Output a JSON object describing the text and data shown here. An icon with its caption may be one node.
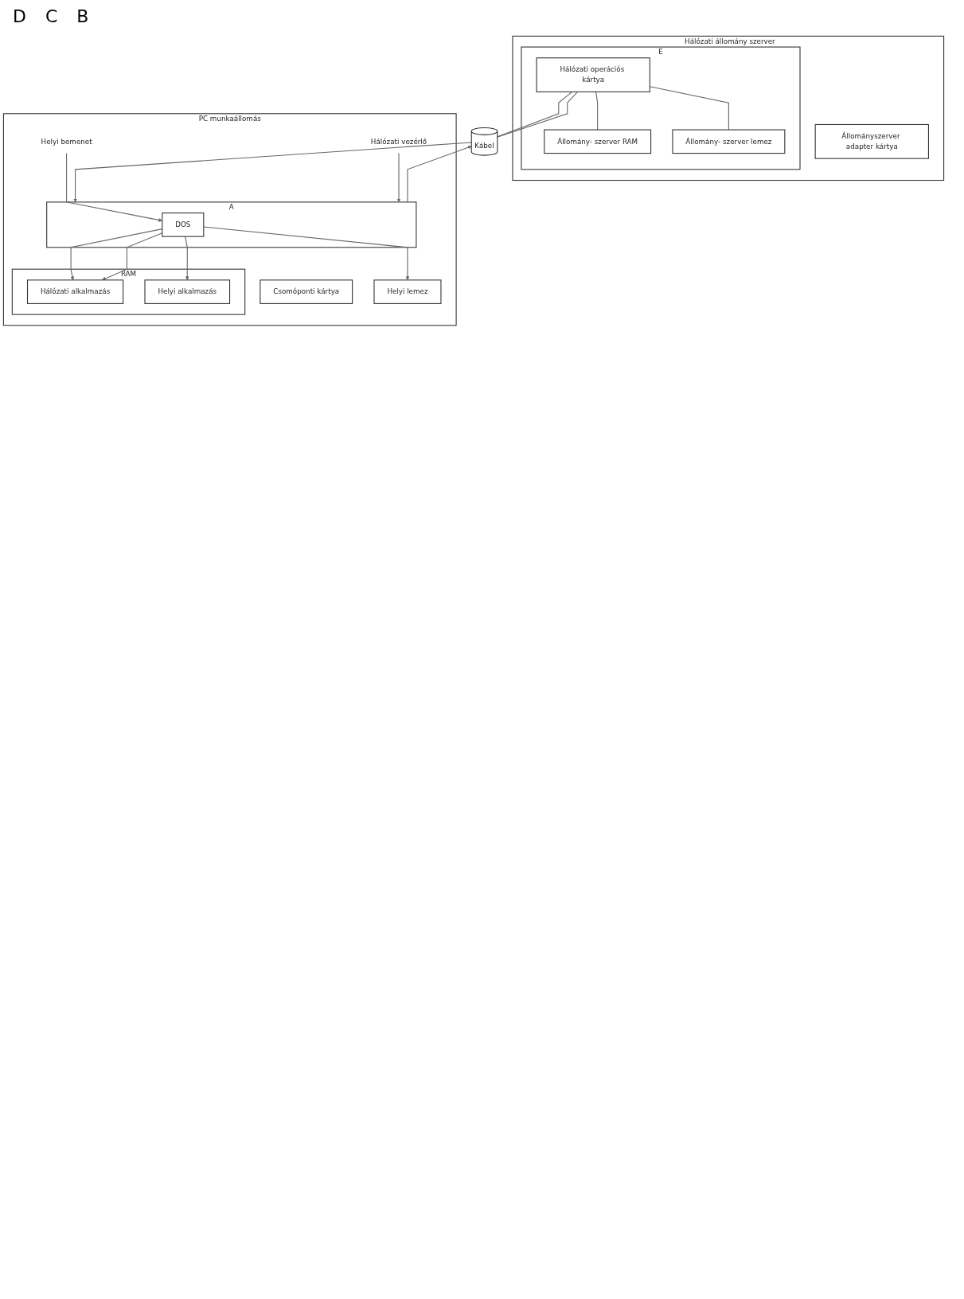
{
  "diagram": {
    "nodes": [
      {
        "text": [
          "Hálózati állomány szerver"
        ]
      },
      {
        "text": [
          "Állományszerver adapter kártya"
        ],
        "in": 0
      },
      {
        "text": [
          "E"
        ],
        "in": 0
      },
      {
        "text": [
          "Hálózati operációs kártya"
        ],
        "in": 2
      },
      {
        "text": [
          "Állomány- szerver RAM"
        ],
        "in": 2
      },
      {
        "text": [
          "Állomány- szerver lemez"
        ],
        "in": 2
      },
      {
        "text": [
          "Kábel"
        ]
      },
      {
        "text": [
          "PC munkaállomás"
        ]
      },
      {
        "text": [
          "Csomóponti kártya"
        ],
        "in": 7
      },
      {
        "text": [
          "A"
        ],
        "in": 7
      },
      {
        "text": [
          "DOS"
        ],
        "in": 9
      },
      {
        "text": [
          "RAM"
        ],
        "in": 7
      },
      {
        "text": [
          "Hálózati alkalmazás"
        ],
        "in": 11
      },
      {
        "text": [
          "Helyi alkalmazás"
        ],
        "in": 11
      },
      {
        "text": [
          "Helyi lemez"
        ],
        "in": 7
      },
      {
        "text": [
          "Helyi bemenet"
        ],
        "in": 7
      },
      {
        "text": [
          "Hálózati vezérlő"
        ],
        "in": 7
      }
    ],
    "edges": [
      {
        "from": 9,
        "to": 6,
        "arrow": "to"
      },
      {
        "from": 6,
        "to": 3,
        "arrow": "none"
      },
      {
        "from": 3,
        "to": 6,
        "arrow": "none"
      },
      {
        "from": 6,
        "to": 9,
        "arrow": "to"
      },
      {
        "from": 3,
        "to": 4,
        "arrow": "none"
      },
      {
        "from": 3,
        "to": 5,
        "arrow": "none"
      },
      {
        "from": 15,
        "to": 10,
        "arrow": "to"
      },
      {
        "from": 16,
        "to": 9,
        "arrow": "to"
      },
      {
        "from": 10,
        "to": 12,
        "arrow": "to"
      },
      {
        "from": 10,
        "to": 12,
        "arrow": "to"
      },
      {
        "from": 10,
        "to": 13,
        "arrow": "to"
      },
      {
        "from": 10,
        "to": 14,
        "arrow": "to"
      }
    ],
    "labels": [
      "D",
      "C",
      "B"
    ]
  }
}
